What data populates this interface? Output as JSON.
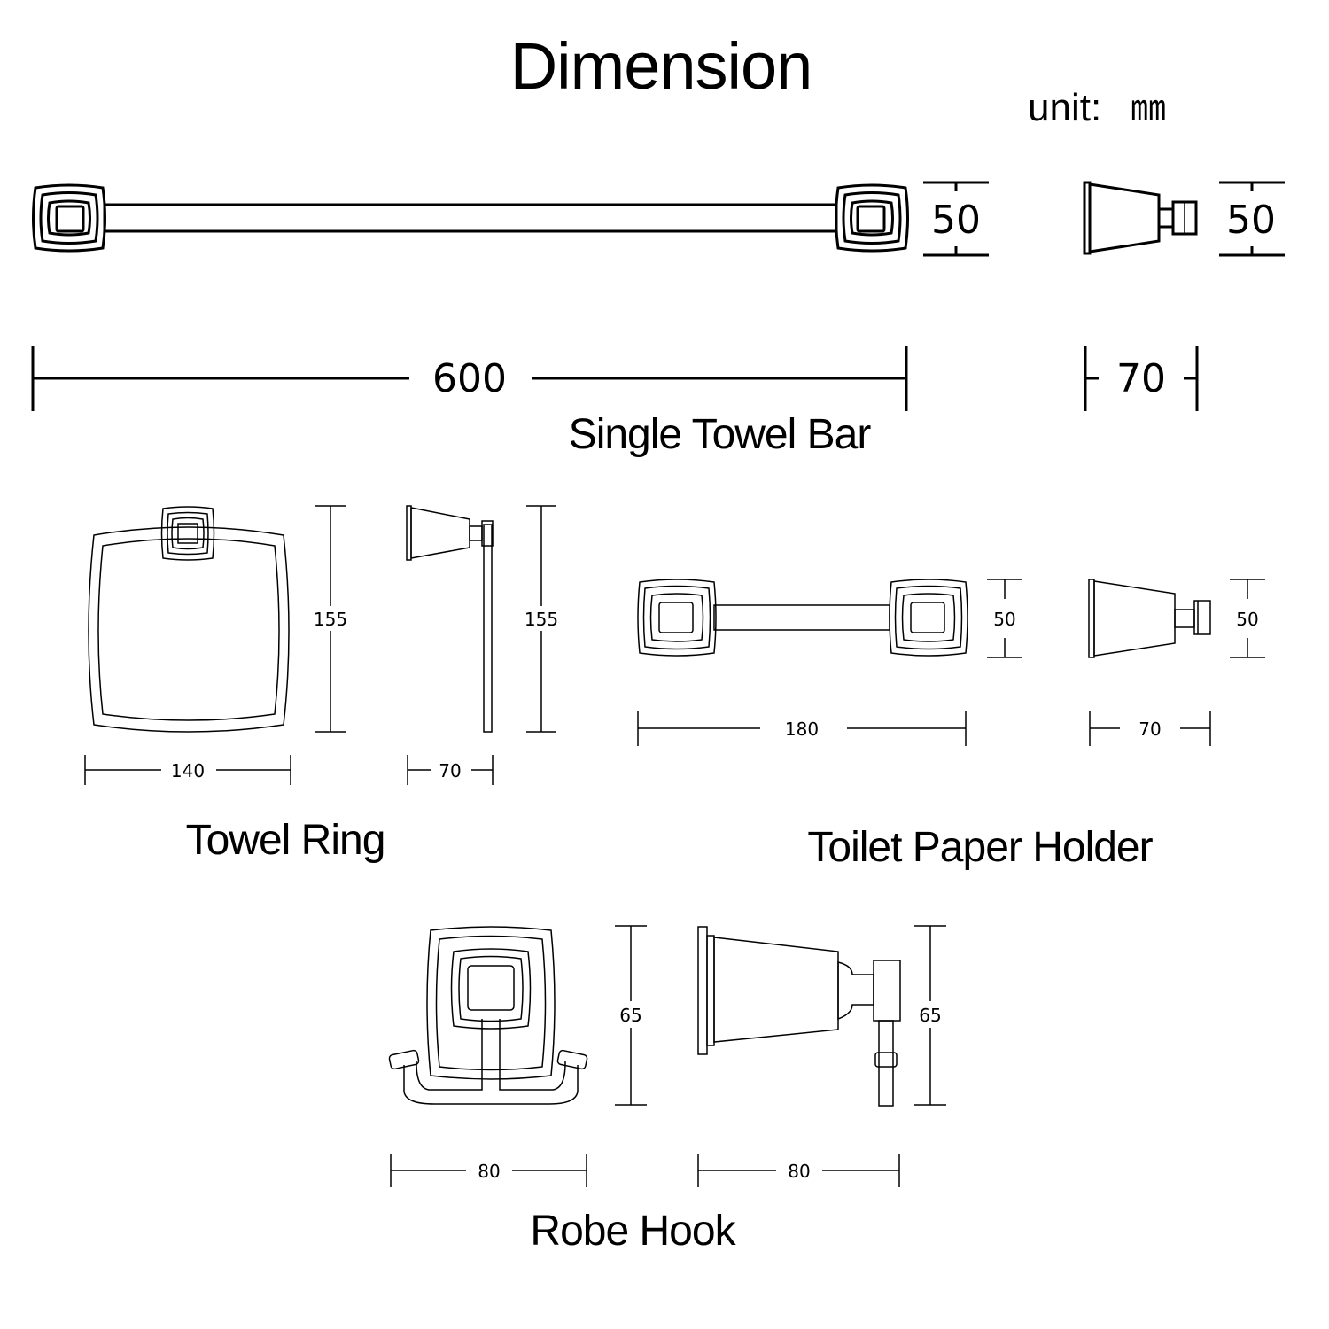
{
  "title": "Dimension",
  "unit": {
    "label": "unit:",
    "value": "㎜"
  },
  "products": {
    "towel_bar": {
      "name": "Single Towel Bar",
      "length": "600",
      "height_front": "50",
      "depth": "70",
      "height_side": "50"
    },
    "towel_ring": {
      "name": "Towel Ring",
      "width": "140",
      "height_front": "155",
      "depth": "70",
      "height_side": "155"
    },
    "toilet_paper_holder": {
      "name": "Toilet Paper Holder",
      "length": "180",
      "height_front": "50",
      "depth": "70",
      "height_side": "50"
    },
    "robe_hook": {
      "name": "Robe Hook",
      "width": "80",
      "height_front": "65",
      "depth": "80",
      "height_side": "65"
    }
  }
}
